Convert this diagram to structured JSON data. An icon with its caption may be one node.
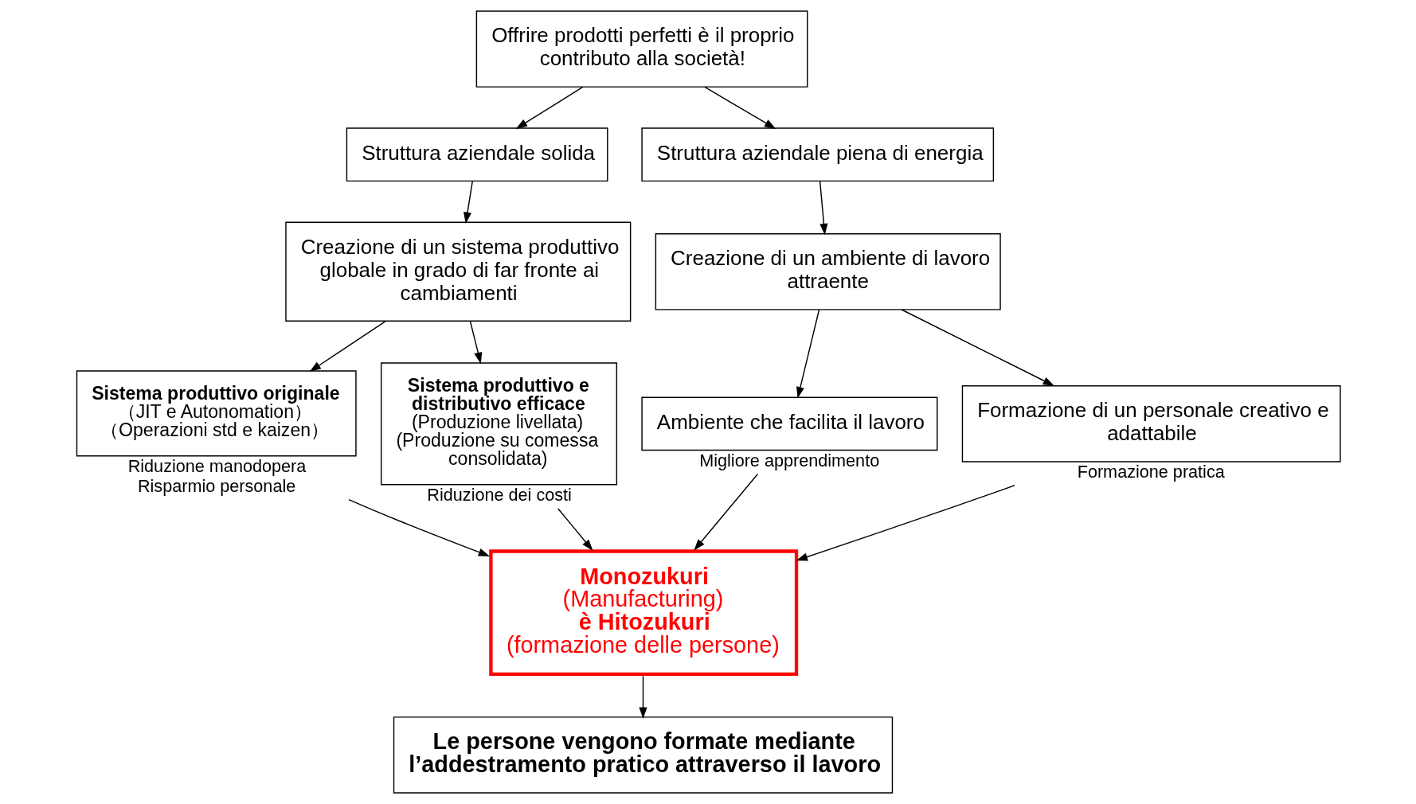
{
  "diagram": {
    "nodes": [
      {
        "text": [
          "Offrire prodotti perfetti è il proprio contributo alla società!"
        ]
      },
      {
        "text": [
          "Struttura aziendale solida"
        ]
      },
      {
        "text": [
          "Creazione di un sistema produttivo globale in grado di far fronte ai cambiamenti"
        ]
      },
      {
        "text": [
          "Sistema produttivo originale",
          "（JIT e Autonomation）",
          "（Operazioni std e kaizen）"
        ],
        "beside": [
          "Riduzione manodopera Risparmio personale"
        ]
      },
      {
        "text": [
          "Sistema produttivo e distributivo efficace",
          "(Produzione livellata)",
          "(Produzione su comessa consolidata)"
        ],
        "beside": [
          "Riduzione dei costi"
        ]
      },
      {
        "text": [
          "Monozukuri",
          "(Manufacturing)",
          "è Hitozukuri",
          "(formazione delle persone)"
        ]
      },
      {
        "text": [
          "Struttura aziendale piena di energia"
        ]
      },
      {
        "text": [
          "Creazione di un ambiente di lavoro attraente"
        ]
      },
      {
        "text": [
          "Ambiente che facilita il lavoro"
        ],
        "beside": [
          "Migliore apprendimento"
        ]
      },
      {
        "text": [
          "Formazione di un personale creativo e adattabile"
        ],
        "beside": [
          "Formazione pratica"
        ]
      },
      {
        "text": [
          "Le persone vengono formate mediante l’addestramento pratico attraverso il lavoro"
        ]
      }
    ],
    "edges": [
      {
        "from": 0,
        "to": 1,
        "arrow": "to"
      },
      {
        "from": 0,
        "to": 6,
        "arrow": "to"
      },
      {
        "from": 1,
        "to": 2,
        "arrow": "to"
      },
      {
        "from": 2,
        "to": 3,
        "arrow": "to"
      },
      {
        "from": 2,
        "to": 4,
        "arrow": "to"
      },
      {
        "from": 6,
        "to": 7,
        "arrow": "to"
      },
      {
        "from": 7,
        "to": 8,
        "arrow": "to"
      },
      {
        "from": 7,
        "to": 9,
        "arrow": "to"
      },
      {
        "from": 3,
        "to": 5,
        "arrow": "to"
      },
      {
        "from": 4,
        "to": 5,
        "arrow": "to"
      },
      {
        "from": 8,
        "to": 5,
        "arrow": "to"
      },
      {
        "from": 9,
        "to": 5,
        "arrow": "to"
      },
      {
        "from": 5,
        "to": 10,
        "arrow": "to"
      }
    ]
  }
}
